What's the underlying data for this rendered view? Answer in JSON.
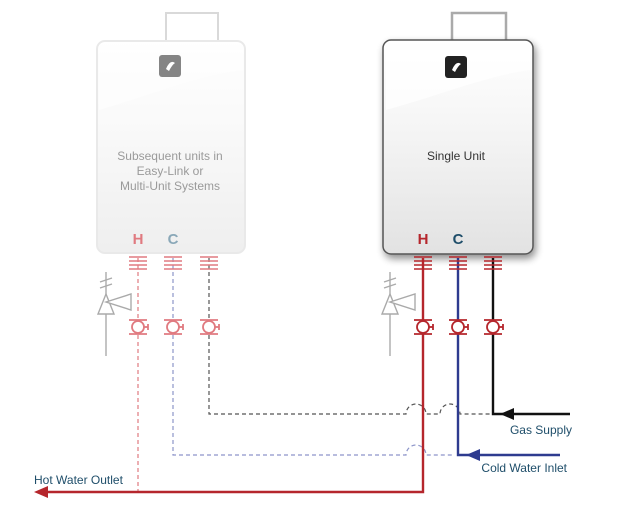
{
  "units": {
    "subsequent": {
      "label_lines": [
        "Subsequent units in",
        "Easy-Link or",
        "Multi-Unit Systems"
      ],
      "hot_letter": "H",
      "cold_letter": "C"
    },
    "single": {
      "label": "Single Unit",
      "hot_letter": "H",
      "cold_letter": "C"
    }
  },
  "outlets": {
    "gas_supply": "Gas Supply",
    "cold_water_inlet": "Cold Water Inlet",
    "hot_water_outlet": "Hot Water Outlet"
  },
  "colors": {
    "hot": "#b5262c",
    "hot_faded": "#e07a80",
    "cold": "#2e3b8f",
    "cold_faded": "#8d95c9",
    "gas": "#111111",
    "gas_faded": "#555555",
    "icon": "#222222",
    "relief_valve": "#aaaaaa"
  },
  "icons": [
    "brand-logo-icon",
    "pressure-relief-valve-icon",
    "isolation-valve-icon",
    "union-fitting-icon",
    "arrow-icon"
  ]
}
